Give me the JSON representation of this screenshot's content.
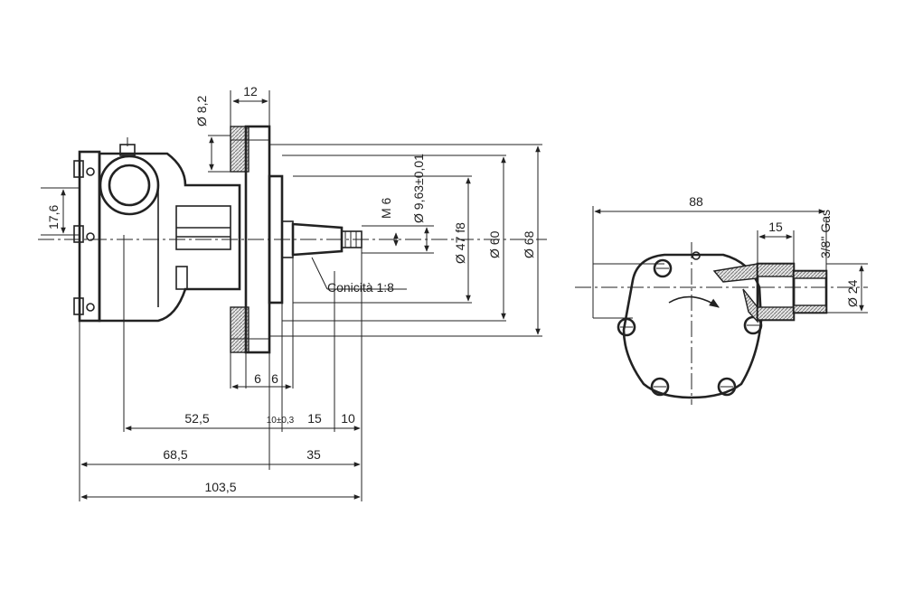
{
  "dimensions": {
    "d_8_2": "Ø 8,2",
    "w_12": "12",
    "tol_9_63": "Ø 9,63±0,01",
    "m6": "M 6",
    "d_47": "Ø 47 f8",
    "d_60": "Ø 60",
    "d_68": "Ø 68",
    "h_17_6": "17,6",
    "taper": "Conicità 1:8",
    "w_6a": "6",
    "w_6b": "6",
    "l_52_5": "52,5",
    "l_10_03": "10±0,3",
    "l_15": "15",
    "l_10": "10",
    "l_68_5": "68,5",
    "l_35": "35",
    "l_103_5": "103,5",
    "side_88": "88",
    "side_15": "15",
    "side_gas": "3/8\" Gas",
    "side_d24": "Ø 24"
  }
}
